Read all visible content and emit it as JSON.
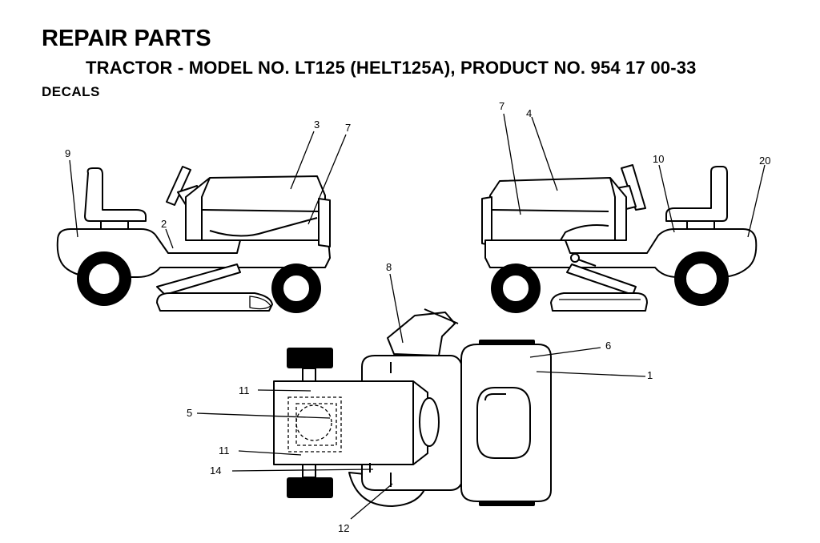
{
  "header": {
    "title": "REPAIR PARTS",
    "subtitle": "TRACTOR - MODEL NO. LT125 (HELT125A), PRODUCT NO. 954 17 00-33",
    "section": "DECALS"
  },
  "callouts": {
    "c1": "1",
    "c2": "2",
    "c3": "3",
    "c4": "4",
    "c5": "5",
    "c6": "6",
    "c7_left": "7",
    "c7_right": "7",
    "c8": "8",
    "c9": "9",
    "c10": "10",
    "c11_top": "11",
    "c11_bottom": "11",
    "c12": "12",
    "c14": "14",
    "c20": "20"
  }
}
